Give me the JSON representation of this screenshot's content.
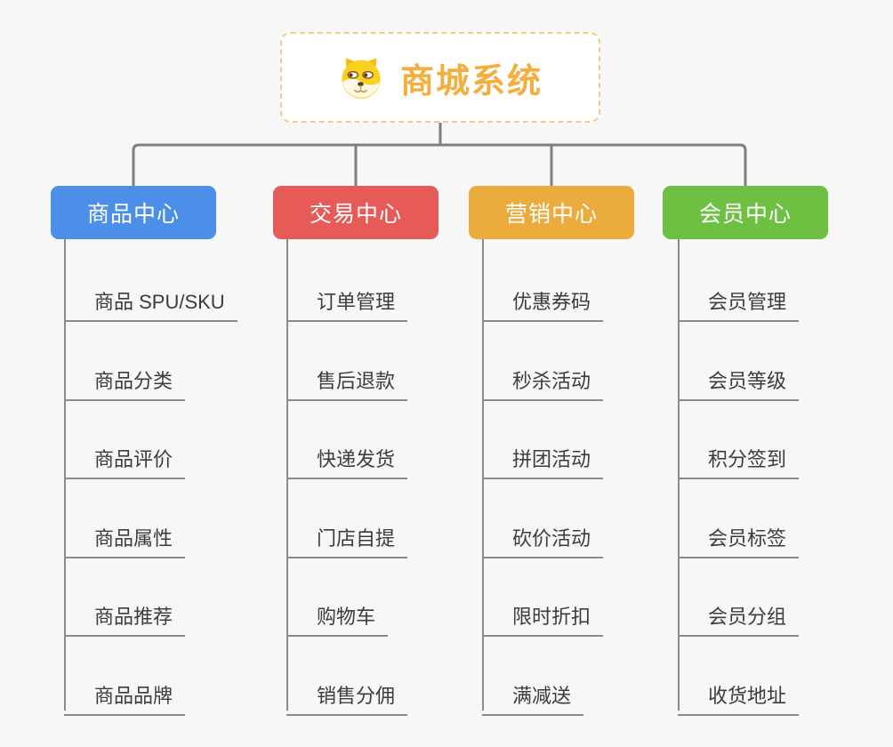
{
  "root": {
    "title": "商城系统",
    "icon": "doge-face-icon"
  },
  "branches": [
    {
      "label": "商品中心",
      "color": "#4C8FE8",
      "items": [
        "商品 SPU/SKU",
        "商品分类",
        "商品评价",
        "商品属性",
        "商品推荐",
        "商品品牌"
      ]
    },
    {
      "label": "交易中心",
      "color": "#E65B57",
      "items": [
        "订单管理",
        "售后退款",
        "快递发货",
        "门店自提",
        "购物车",
        "销售分佣"
      ]
    },
    {
      "label": "营销中心",
      "color": "#EBAB3D",
      "items": [
        "优惠券码",
        "秒杀活动",
        "拼团活动",
        "砍价活动",
        "限时折扣",
        "满减送"
      ]
    },
    {
      "label": "会员中心",
      "color": "#6EC043",
      "items": [
        "会员管理",
        "会员等级",
        "积分签到",
        "会员标签",
        "会员分组",
        "收货地址"
      ]
    }
  ],
  "style": {
    "background_color": "#F7F7F7",
    "connector_color": "#7F7F7F",
    "leaf_line_color": "#8A8A8A",
    "leaf_text_color": "#3C3C3C",
    "root_text_color": "#F3AE3E",
    "root_border_color": "#F2CB88"
  }
}
